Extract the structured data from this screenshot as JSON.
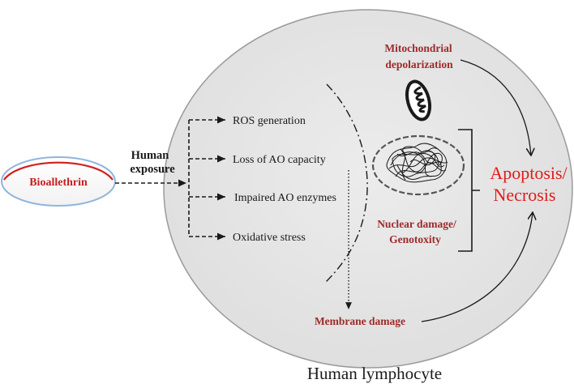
{
  "source": {
    "label": "Bioallethrin",
    "exposure_line1": "Human",
    "exposure_line2": "exposure"
  },
  "effects": [
    "ROS generation",
    "Loss of AO capacity",
    "Impaired AO enzymes",
    "Oxidative stress"
  ],
  "cell": {
    "mitochondrial_line1": "Mitochondrial",
    "mitochondrial_line2": "depolarization",
    "nuclear_line1": "Nuclear damage/",
    "nuclear_line2": "Genotoxity",
    "membrane": "Membrane damage",
    "outcome_line1": "Apoptosis/",
    "outcome_line2": "Necrosis",
    "caption": "Human lymphocyte"
  },
  "colors": {
    "cell_fill": "#e4e4e4",
    "accent_red": "#e01b1b",
    "label_red": "#9e2a2a"
  }
}
